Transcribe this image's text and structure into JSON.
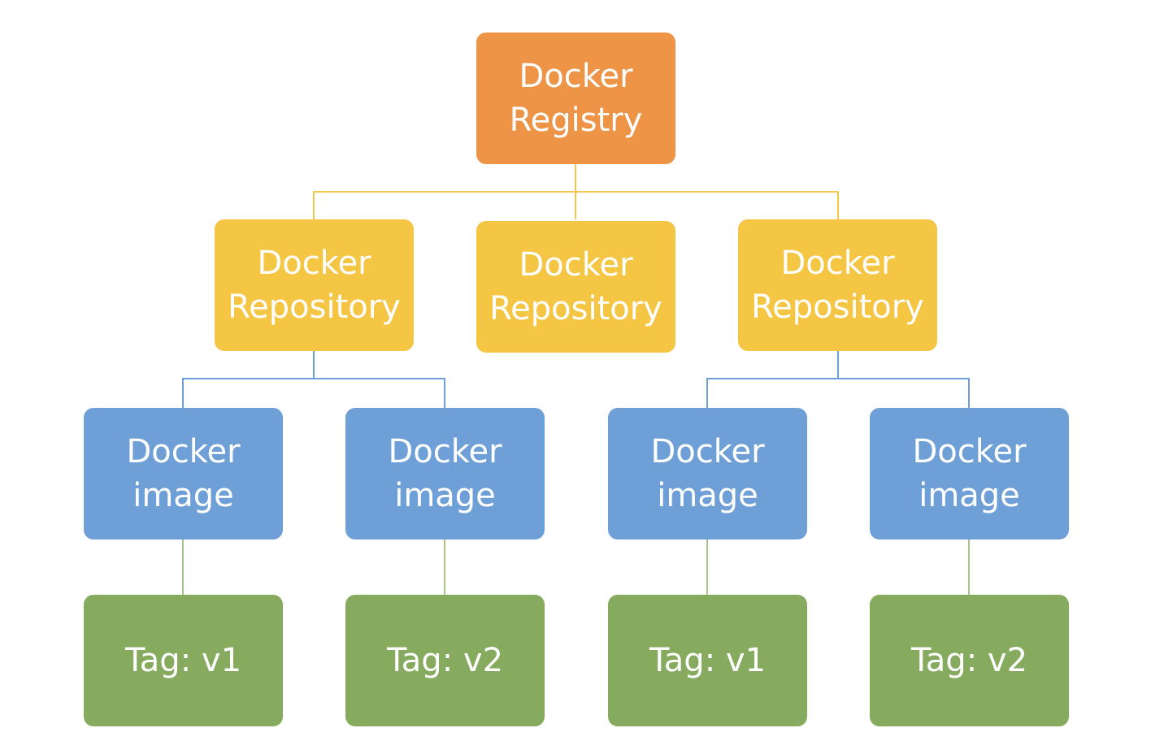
{
  "colors": {
    "registry": "#ED9447",
    "repository": "#F5C544",
    "image": "#6E9FD7",
    "tag": "#86AB5E",
    "registry_connector": "#F2C94C",
    "repository_connector": "#6E9FD7",
    "image_connector": "#A8C48A"
  },
  "registry": {
    "line1": "Docker",
    "line2": "Registry"
  },
  "repositories": [
    {
      "line1": "Docker",
      "line2": "Repository"
    },
    {
      "line1": "Docker",
      "line2": "Repository"
    },
    {
      "line1": "Docker",
      "line2": "Repository"
    }
  ],
  "images": [
    {
      "line1": "Docker",
      "line2": "image"
    },
    {
      "line1": "Docker",
      "line2": "image"
    },
    {
      "line1": "Docker",
      "line2": "image"
    },
    {
      "line1": "Docker",
      "line2": "image"
    }
  ],
  "tags": [
    {
      "label": "Tag: v1"
    },
    {
      "label": "Tag: v2"
    },
    {
      "label": "Tag: v1"
    },
    {
      "label": "Tag: v2"
    }
  ]
}
